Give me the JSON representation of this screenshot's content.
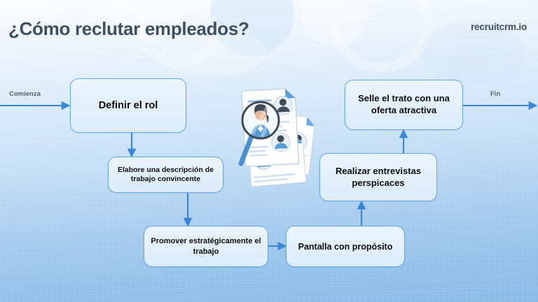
{
  "header": {
    "title": "¿Cómo reclutar empleados?",
    "logo": "recruitcrm.io"
  },
  "colors": {
    "node_border": "#66a8e0",
    "node_fill": "#e5f1fc",
    "connector": "#3a86d6",
    "title_text": "#3d4f60",
    "node_text": "#0c0c0c",
    "edge_label_text": "#4e6275",
    "background_top": "#fdfeff",
    "background_bottom": "#8cbce8"
  },
  "flow": {
    "start_label": "Comienza",
    "end_label": "Fin",
    "nodes": [
      {
        "id": "define-role",
        "label": "Definir el rol"
      },
      {
        "id": "job-description",
        "label": "Elabore una descripción de trabajo convincente"
      },
      {
        "id": "promote-job",
        "label": "Promover estratégicamente el trabajo"
      },
      {
        "id": "screen-purpose",
        "label": "Pantalla con propósito"
      },
      {
        "id": "conduct-interviews",
        "label": "Realizar entrevistas perspicaces"
      },
      {
        "id": "seal-deal",
        "label": "Selle el trato con una oferta atractiva"
      }
    ]
  },
  "illustration": {
    "name": "resume-stack-with-magnifier"
  }
}
